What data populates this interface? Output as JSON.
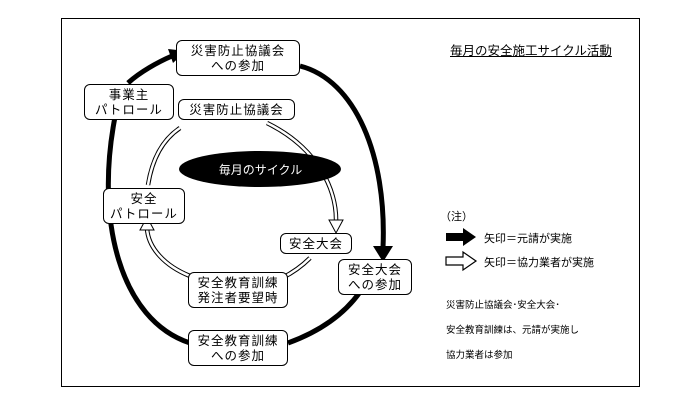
{
  "title": "毎月の安全施工サイクル活動",
  "center_label": "毎月のサイクル",
  "outer_nodes": {
    "kyogikai_sanka": [
      "災害防止協議会",
      "への参加"
    ],
    "jigyonushi_patrol": [
      "事業主",
      "パトロール"
    ],
    "anzen_taikai_sanka": [
      "安全大会",
      "への参加"
    ],
    "kyoiku_kunren_sanka": [
      "安全教育訓練",
      "への参加"
    ]
  },
  "inner_nodes": {
    "kyogikai": [
      "災害防止協議会"
    ],
    "anzen_patrol": [
      "安全",
      "パトロール"
    ],
    "anzen_taikai": [
      "安全大会"
    ],
    "kyoiku_kunren_yobo": [
      "安全教育訓練",
      "発注者要望時"
    ]
  },
  "legend": {
    "heading": "（注）",
    "solid_arrow": "矢印＝元請が実施",
    "hollow_arrow": "矢印＝協力業者が実施"
  },
  "notes": [
    "災害防止協議会･安全大会･",
    "安全教育訓練は、元請が実施し",
    "協力業者は参加"
  ],
  "colors": {
    "line": "#000000",
    "background": "#ffffff"
  }
}
